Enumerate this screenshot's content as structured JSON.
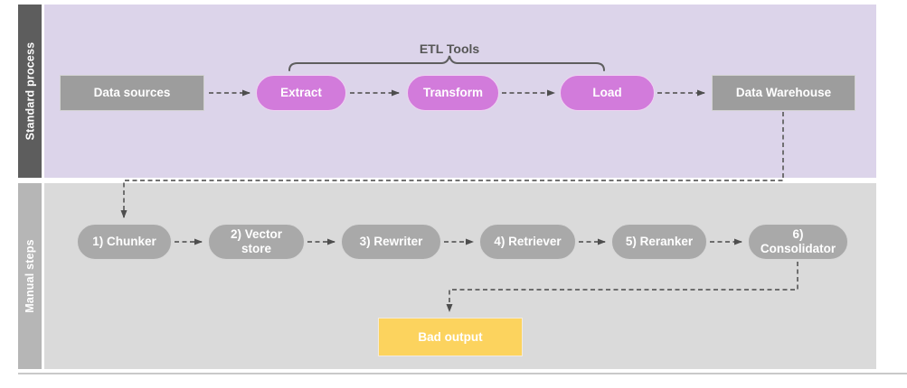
{
  "lanes": [
    {
      "label": "Standard process",
      "bar_color": "#5d5d5d",
      "background": "#dcd4ea"
    },
    {
      "label": "Manual steps",
      "bar_color": "#b6b6b6",
      "background": "#dadada"
    }
  ],
  "group": {
    "label": "ETL Tools"
  },
  "standard_process": {
    "nodes": [
      {
        "label": "Data sources",
        "shape": "rectangle",
        "color": "#9d9d9d"
      },
      {
        "label": "Extract",
        "shape": "pill",
        "color": "#d27bdb"
      },
      {
        "label": "Transform",
        "shape": "pill",
        "color": "#d27bdb"
      },
      {
        "label": "Load",
        "shape": "pill",
        "color": "#d27bdb"
      },
      {
        "label": "Data Warehouse",
        "shape": "rectangle",
        "color": "#9d9d9d"
      }
    ]
  },
  "manual_steps": {
    "nodes": [
      {
        "label": "1) Chunker",
        "shape": "pill",
        "color": "#a9a9a9"
      },
      {
        "label": "2) Vector store",
        "shape": "pill",
        "color": "#a9a9a9"
      },
      {
        "label": "3) Rewriter",
        "shape": "pill",
        "color": "#a9a9a9"
      },
      {
        "label": "4) Retriever",
        "shape": "pill",
        "color": "#a9a9a9"
      },
      {
        "label": "5) Reranker",
        "shape": "pill",
        "color": "#a9a9a9"
      }
    ],
    "consolidator": {
      "label": "6) Consolidator",
      "shape": "pill",
      "color": "#a9a9a9"
    },
    "output": {
      "label": "Bad output",
      "shape": "rectangle",
      "color": "#fcd35e"
    }
  },
  "connections": [
    {
      "from": "Data sources",
      "to": "Extract",
      "style": "dashed-arrow"
    },
    {
      "from": "Extract",
      "to": "Transform",
      "style": "dashed-arrow"
    },
    {
      "from": "Transform",
      "to": "Load",
      "style": "dashed-arrow"
    },
    {
      "from": "Load",
      "to": "Data Warehouse",
      "style": "dashed-arrow"
    },
    {
      "from": "Data Warehouse",
      "to": "1) Chunker",
      "style": "dashed-arrow"
    },
    {
      "from": "1) Chunker",
      "to": "2) Vector store",
      "style": "dashed-arrow"
    },
    {
      "from": "2) Vector store",
      "to": "3) Rewriter",
      "style": "dashed-arrow"
    },
    {
      "from": "3) Rewriter",
      "to": "4) Retriever",
      "style": "dashed-arrow"
    },
    {
      "from": "4) Retriever",
      "to": "5) Reranker",
      "style": "dashed-arrow"
    },
    {
      "from": "5) Reranker",
      "to": "6) Consolidator",
      "style": "dashed-arrow"
    },
    {
      "from": "6) Consolidator",
      "to": "Bad output",
      "style": "dashed-arrow"
    }
  ],
  "colors": {
    "purple_pill": "#d27bdb",
    "gray_box": "#9d9d9d",
    "gray_pill": "#a9a9a9",
    "yellow_box": "#fcd35e",
    "connector": "#5e5e5e",
    "lane1_background": "#dcd4ea",
    "lane2_background": "#dadada",
    "node_text": "#ffffff",
    "group_label_text": "#565656"
  }
}
